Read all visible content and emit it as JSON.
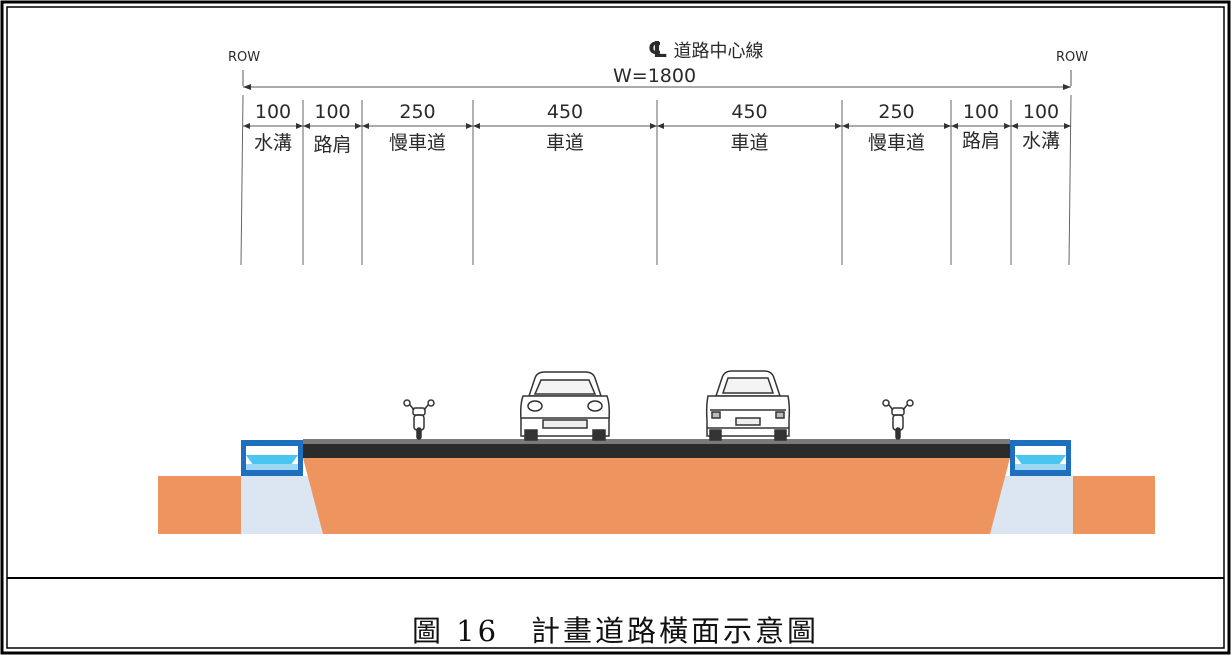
{
  "diagram": {
    "row_label_left": "ROW",
    "row_label_right": "ROW",
    "centerline_symbol": "℄",
    "centerline_label": "道路中心線",
    "total_width": "W=1800",
    "segments": [
      {
        "value": "100",
        "name": "水溝"
      },
      {
        "value": "100",
        "name": "路肩"
      },
      {
        "value": "250",
        "name": "慢車道"
      },
      {
        "value": "450",
        "name": "車道"
      },
      {
        "value": "450",
        "name": "車道"
      },
      {
        "value": "250",
        "name": "慢車道"
      },
      {
        "value": "100",
        "name": "路肩"
      },
      {
        "value": "100",
        "name": "水溝"
      }
    ]
  },
  "colors": {
    "soil": "#ee955f",
    "asphalt": "#2b2b2b",
    "road_top": "#7a7a7a",
    "gutter_blue": "#1f6fc0",
    "water_light": "#48c6f0",
    "gutter_base": "#dce6f2",
    "line": "#555555"
  },
  "caption": "圖 16　計畫道路橫面示意圖"
}
